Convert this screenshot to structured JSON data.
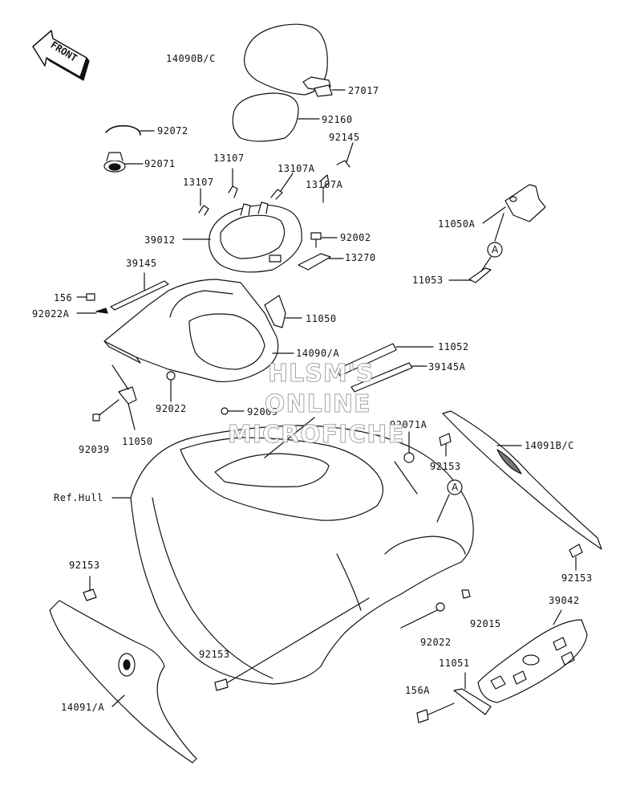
{
  "diagram": {
    "direction_label": "FRONT",
    "callout": "A",
    "watermark": [
      "HLSM'S",
      "ONLINE",
      "MICROFICHE"
    ],
    "parts": [
      {
        "id": "p14090bc",
        "text": "14090B/C"
      },
      {
        "id": "p27017",
        "text": "27017"
      },
      {
        "id": "p92160",
        "text": "92160"
      },
      {
        "id": "p92072",
        "text": "92072"
      },
      {
        "id": "p92071",
        "text": "92071"
      },
      {
        "id": "p92145",
        "text": "92145"
      },
      {
        "id": "p13107a",
        "text": "13107"
      },
      {
        "id": "p13107b",
        "text": "13107"
      },
      {
        "id": "p13107Aa",
        "text": "13107A"
      },
      {
        "id": "p13107Ab",
        "text": "13107A"
      },
      {
        "id": "p11050A",
        "text": "11050A"
      },
      {
        "id": "p39012",
        "text": "39012"
      },
      {
        "id": "p92002",
        "text": "92002"
      },
      {
        "id": "p13270",
        "text": "13270"
      },
      {
        "id": "p11053",
        "text": "11053"
      },
      {
        "id": "p39145",
        "text": "39145"
      },
      {
        "id": "p156",
        "text": "156"
      },
      {
        "id": "p92022A",
        "text": "92022A"
      },
      {
        "id": "p11050a",
        "text": "11050"
      },
      {
        "id": "p14090A",
        "text": "14090/A"
      },
      {
        "id": "p11052",
        "text": "11052"
      },
      {
        "id": "p39145A",
        "text": "39145A"
      },
      {
        "id": "p92022a",
        "text": "92022"
      },
      {
        "id": "p92009",
        "text": "92009"
      },
      {
        "id": "p92039",
        "text": "92039"
      },
      {
        "id": "p11050b",
        "text": "11050"
      },
      {
        "id": "p92071A",
        "text": "92071A"
      },
      {
        "id": "p14091BC",
        "text": "14091B/C"
      },
      {
        "id": "p92153a",
        "text": "92153"
      },
      {
        "id": "pRefHull",
        "text": "Ref.Hull"
      },
      {
        "id": "p92153b",
        "text": "92153"
      },
      {
        "id": "p92153c",
        "text": "92153"
      },
      {
        "id": "p39042",
        "text": "39042"
      },
      {
        "id": "p92015",
        "text": "92015"
      },
      {
        "id": "p92022b",
        "text": "92022"
      },
      {
        "id": "p92153d",
        "text": "92153"
      },
      {
        "id": "p11051",
        "text": "11051"
      },
      {
        "id": "p156A",
        "text": "156A"
      },
      {
        "id": "p14091A",
        "text": "14091/A"
      }
    ]
  }
}
